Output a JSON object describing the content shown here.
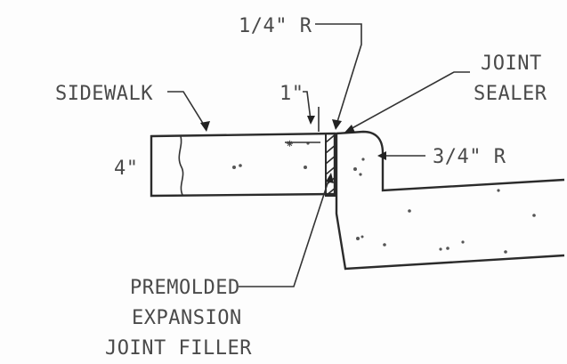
{
  "labels": {
    "radius_quarter": "1/4\" R",
    "joint_sealer_line1": "JOINT",
    "joint_sealer_line2": "SEALER",
    "sidewalk": "SIDEWALK",
    "one_inch": "1\"",
    "thickness": "4\"",
    "radius_three_quarter": "3/4\" R",
    "filler_line1": "PREMOLDED",
    "filler_line2": "EXPANSION",
    "filler_line3": "JOINT FILLER"
  },
  "colors": {
    "line": "#2b2b2b",
    "text": "#4a4a4a",
    "background": "#fdfdfd"
  }
}
